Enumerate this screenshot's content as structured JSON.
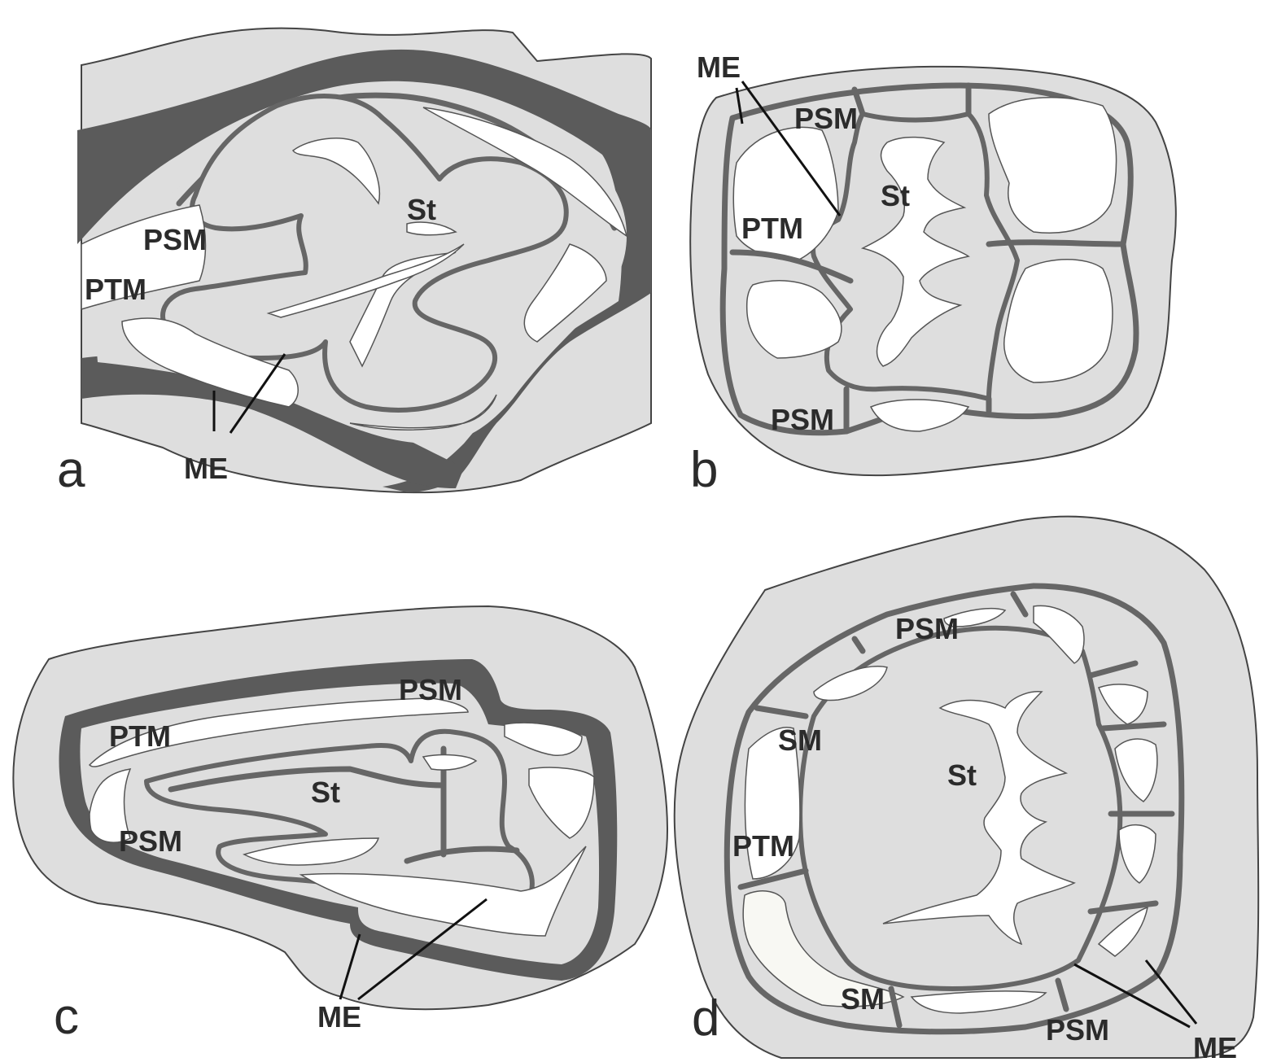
{
  "panels": [
    {
      "letter": "a",
      "labels": {
        "st": "St",
        "psm": "PSM",
        "ptm": "PTM",
        "me": "ME"
      }
    },
    {
      "letter": "b",
      "labels": {
        "me": "ME",
        "psm_top": "PSM",
        "st": "St",
        "ptm": "PTM",
        "psm_bottom": "PSM"
      }
    },
    {
      "letter": "c",
      "labels": {
        "psm_top": "PSM",
        "ptm": "PTM",
        "st": "St",
        "psm_left": "PSM",
        "me": "ME"
      }
    },
    {
      "letter": "d",
      "labels": {
        "psm_top": "PSM",
        "sm_upper": "SM",
        "st": "St",
        "ptm": "PTM",
        "sm_lower": "SM",
        "psm_bottom": "PSM",
        "me": "ME"
      }
    }
  ]
}
